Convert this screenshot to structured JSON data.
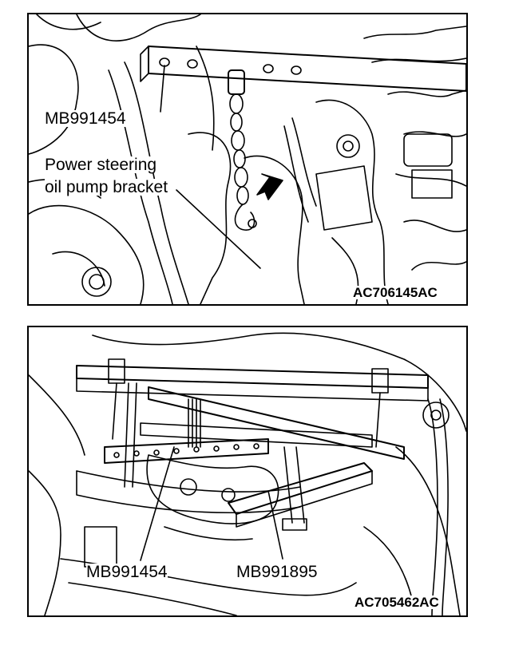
{
  "top_panel": {
    "label_tool": "MB991454",
    "label_bracket_line1": "Power steering",
    "label_bracket_line2": "oil pump bracket",
    "figure_code": "AC706145AC"
  },
  "bottom_panel": {
    "label_tool_left": "MB991454",
    "label_tool_right": "MB991895",
    "figure_code": "AC705462AC"
  }
}
